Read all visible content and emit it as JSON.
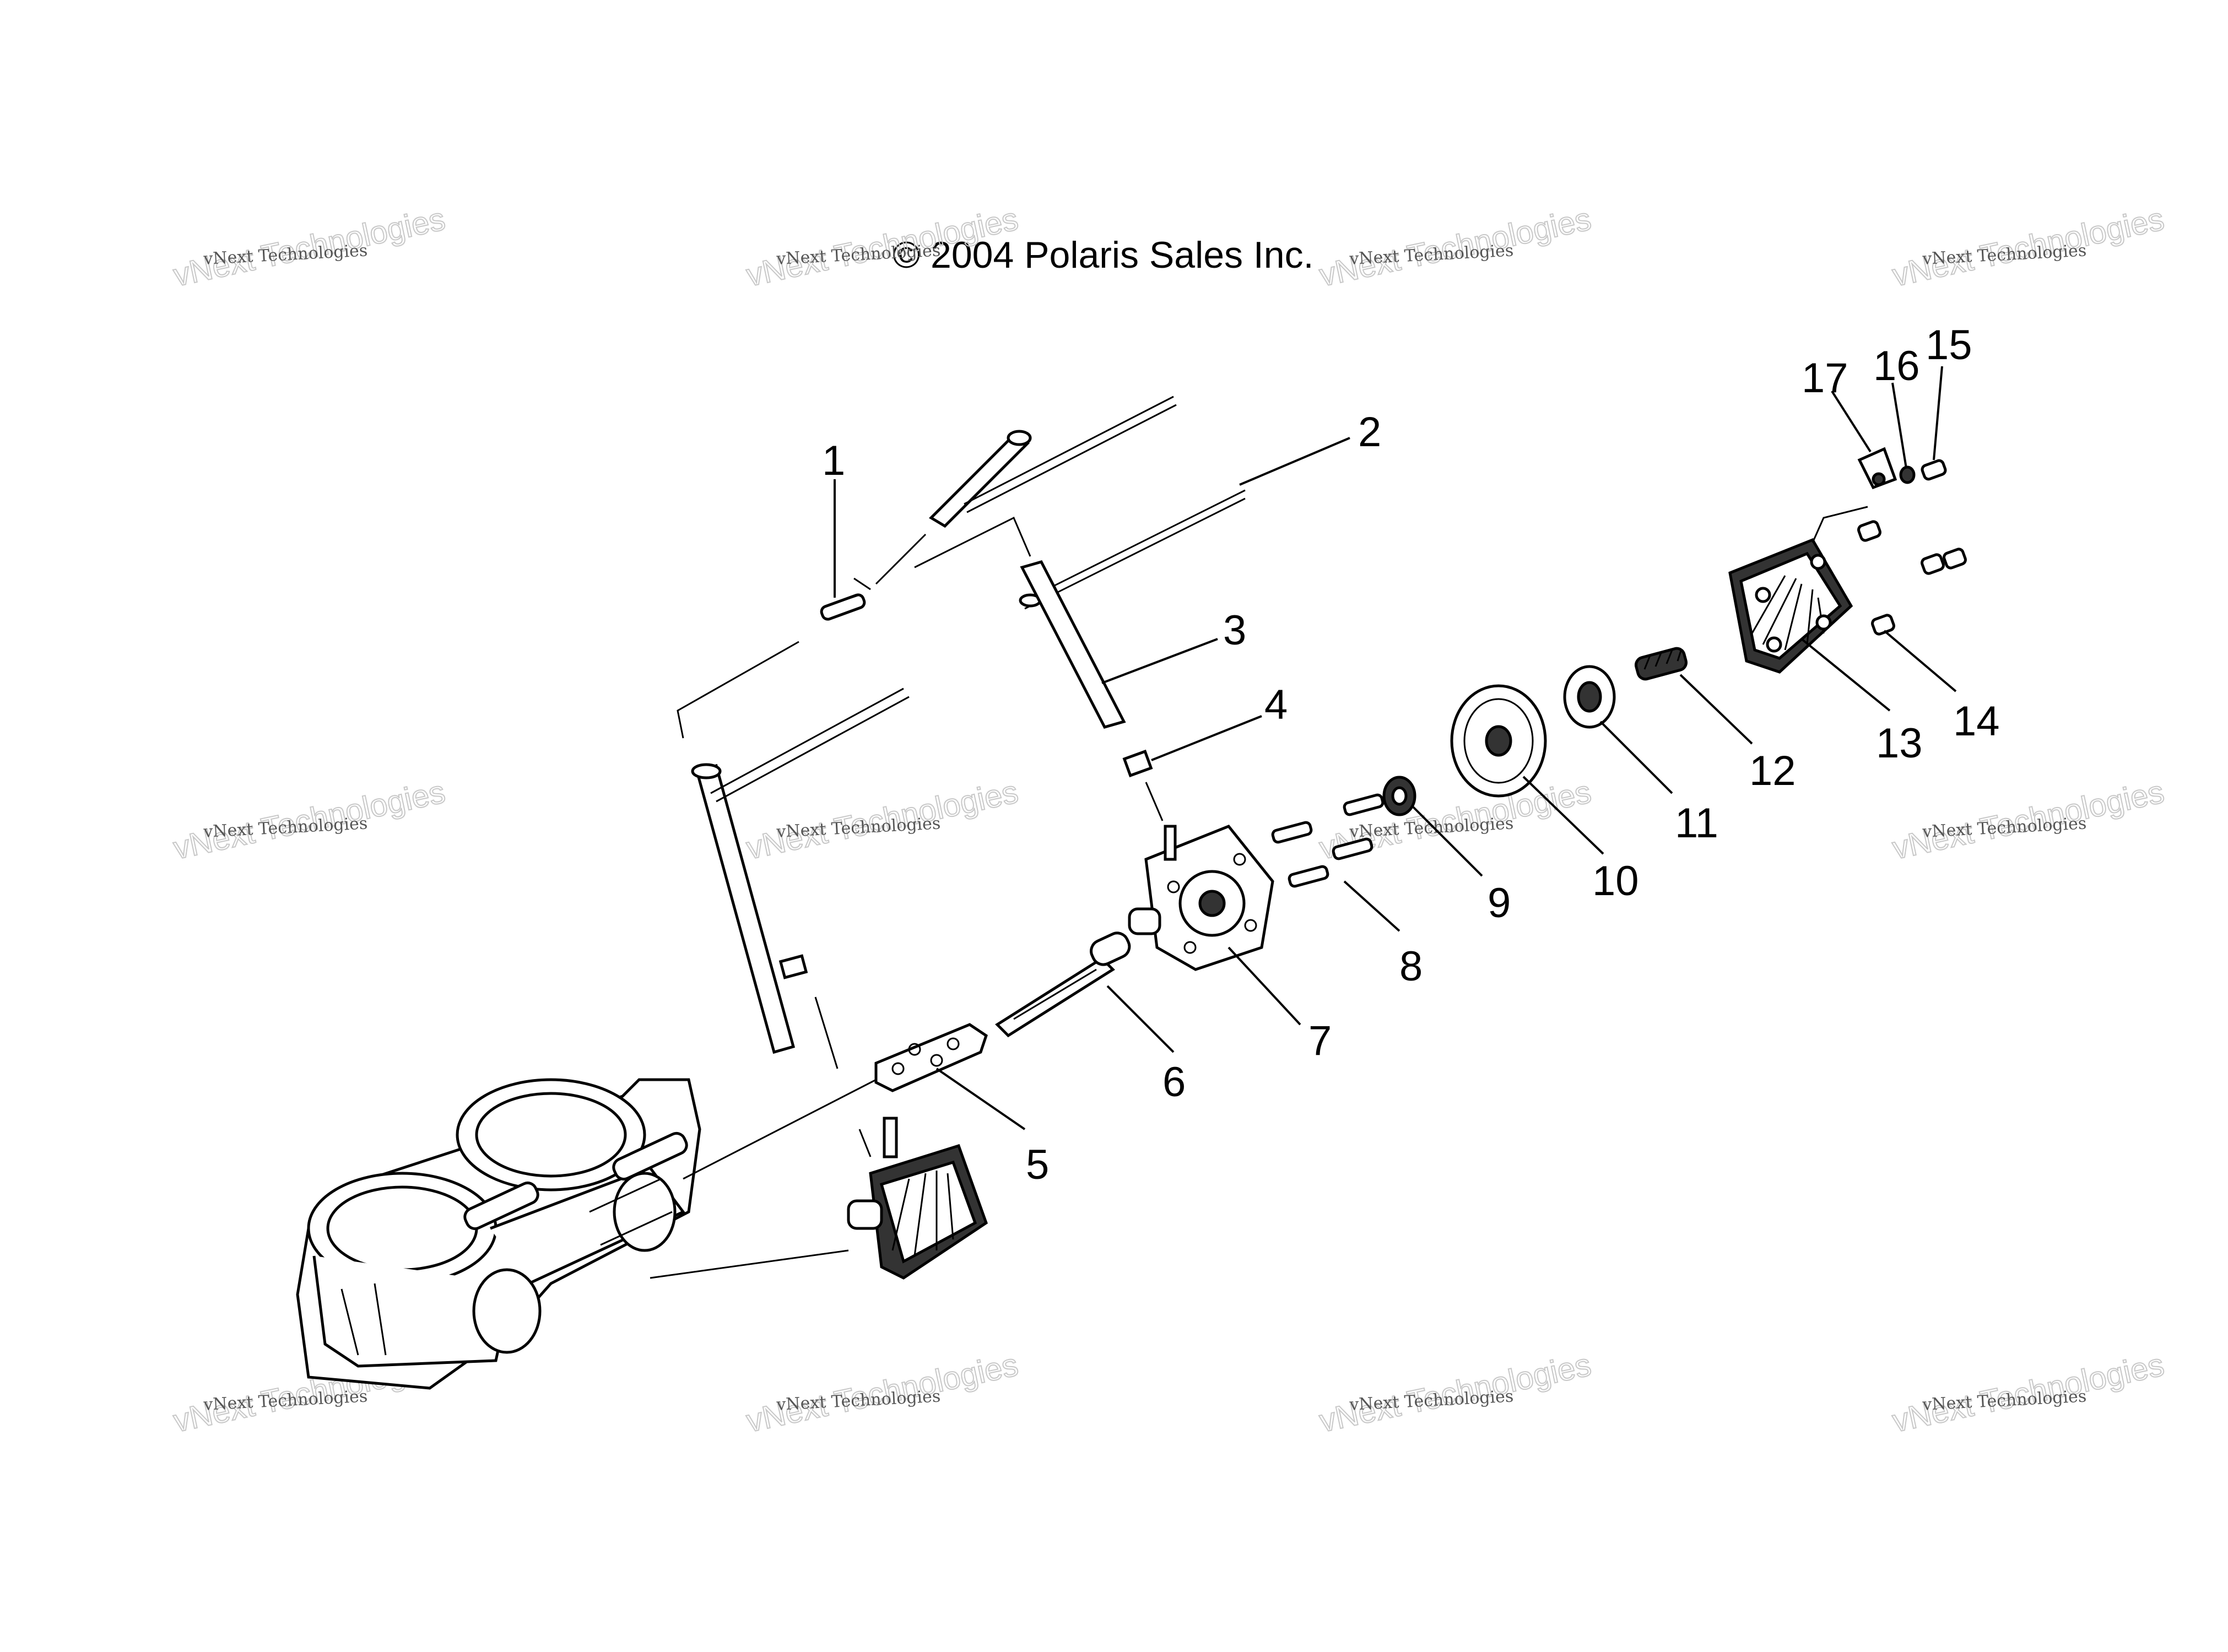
{
  "copyright": "© 2004 Polaris Sales Inc.",
  "watermark": {
    "small_text": "vNext Technologies",
    "big_text": "vNext Technologies"
  },
  "callouts": [
    "1",
    "2",
    "3",
    "4",
    "5",
    "6",
    "7",
    "8",
    "9",
    "10",
    "11",
    "12",
    "13",
    "14",
    "15",
    "16",
    "17"
  ],
  "colors": {
    "line": "#000000",
    "background": "#ffffff",
    "watermark": "#c8c8c8"
  }
}
